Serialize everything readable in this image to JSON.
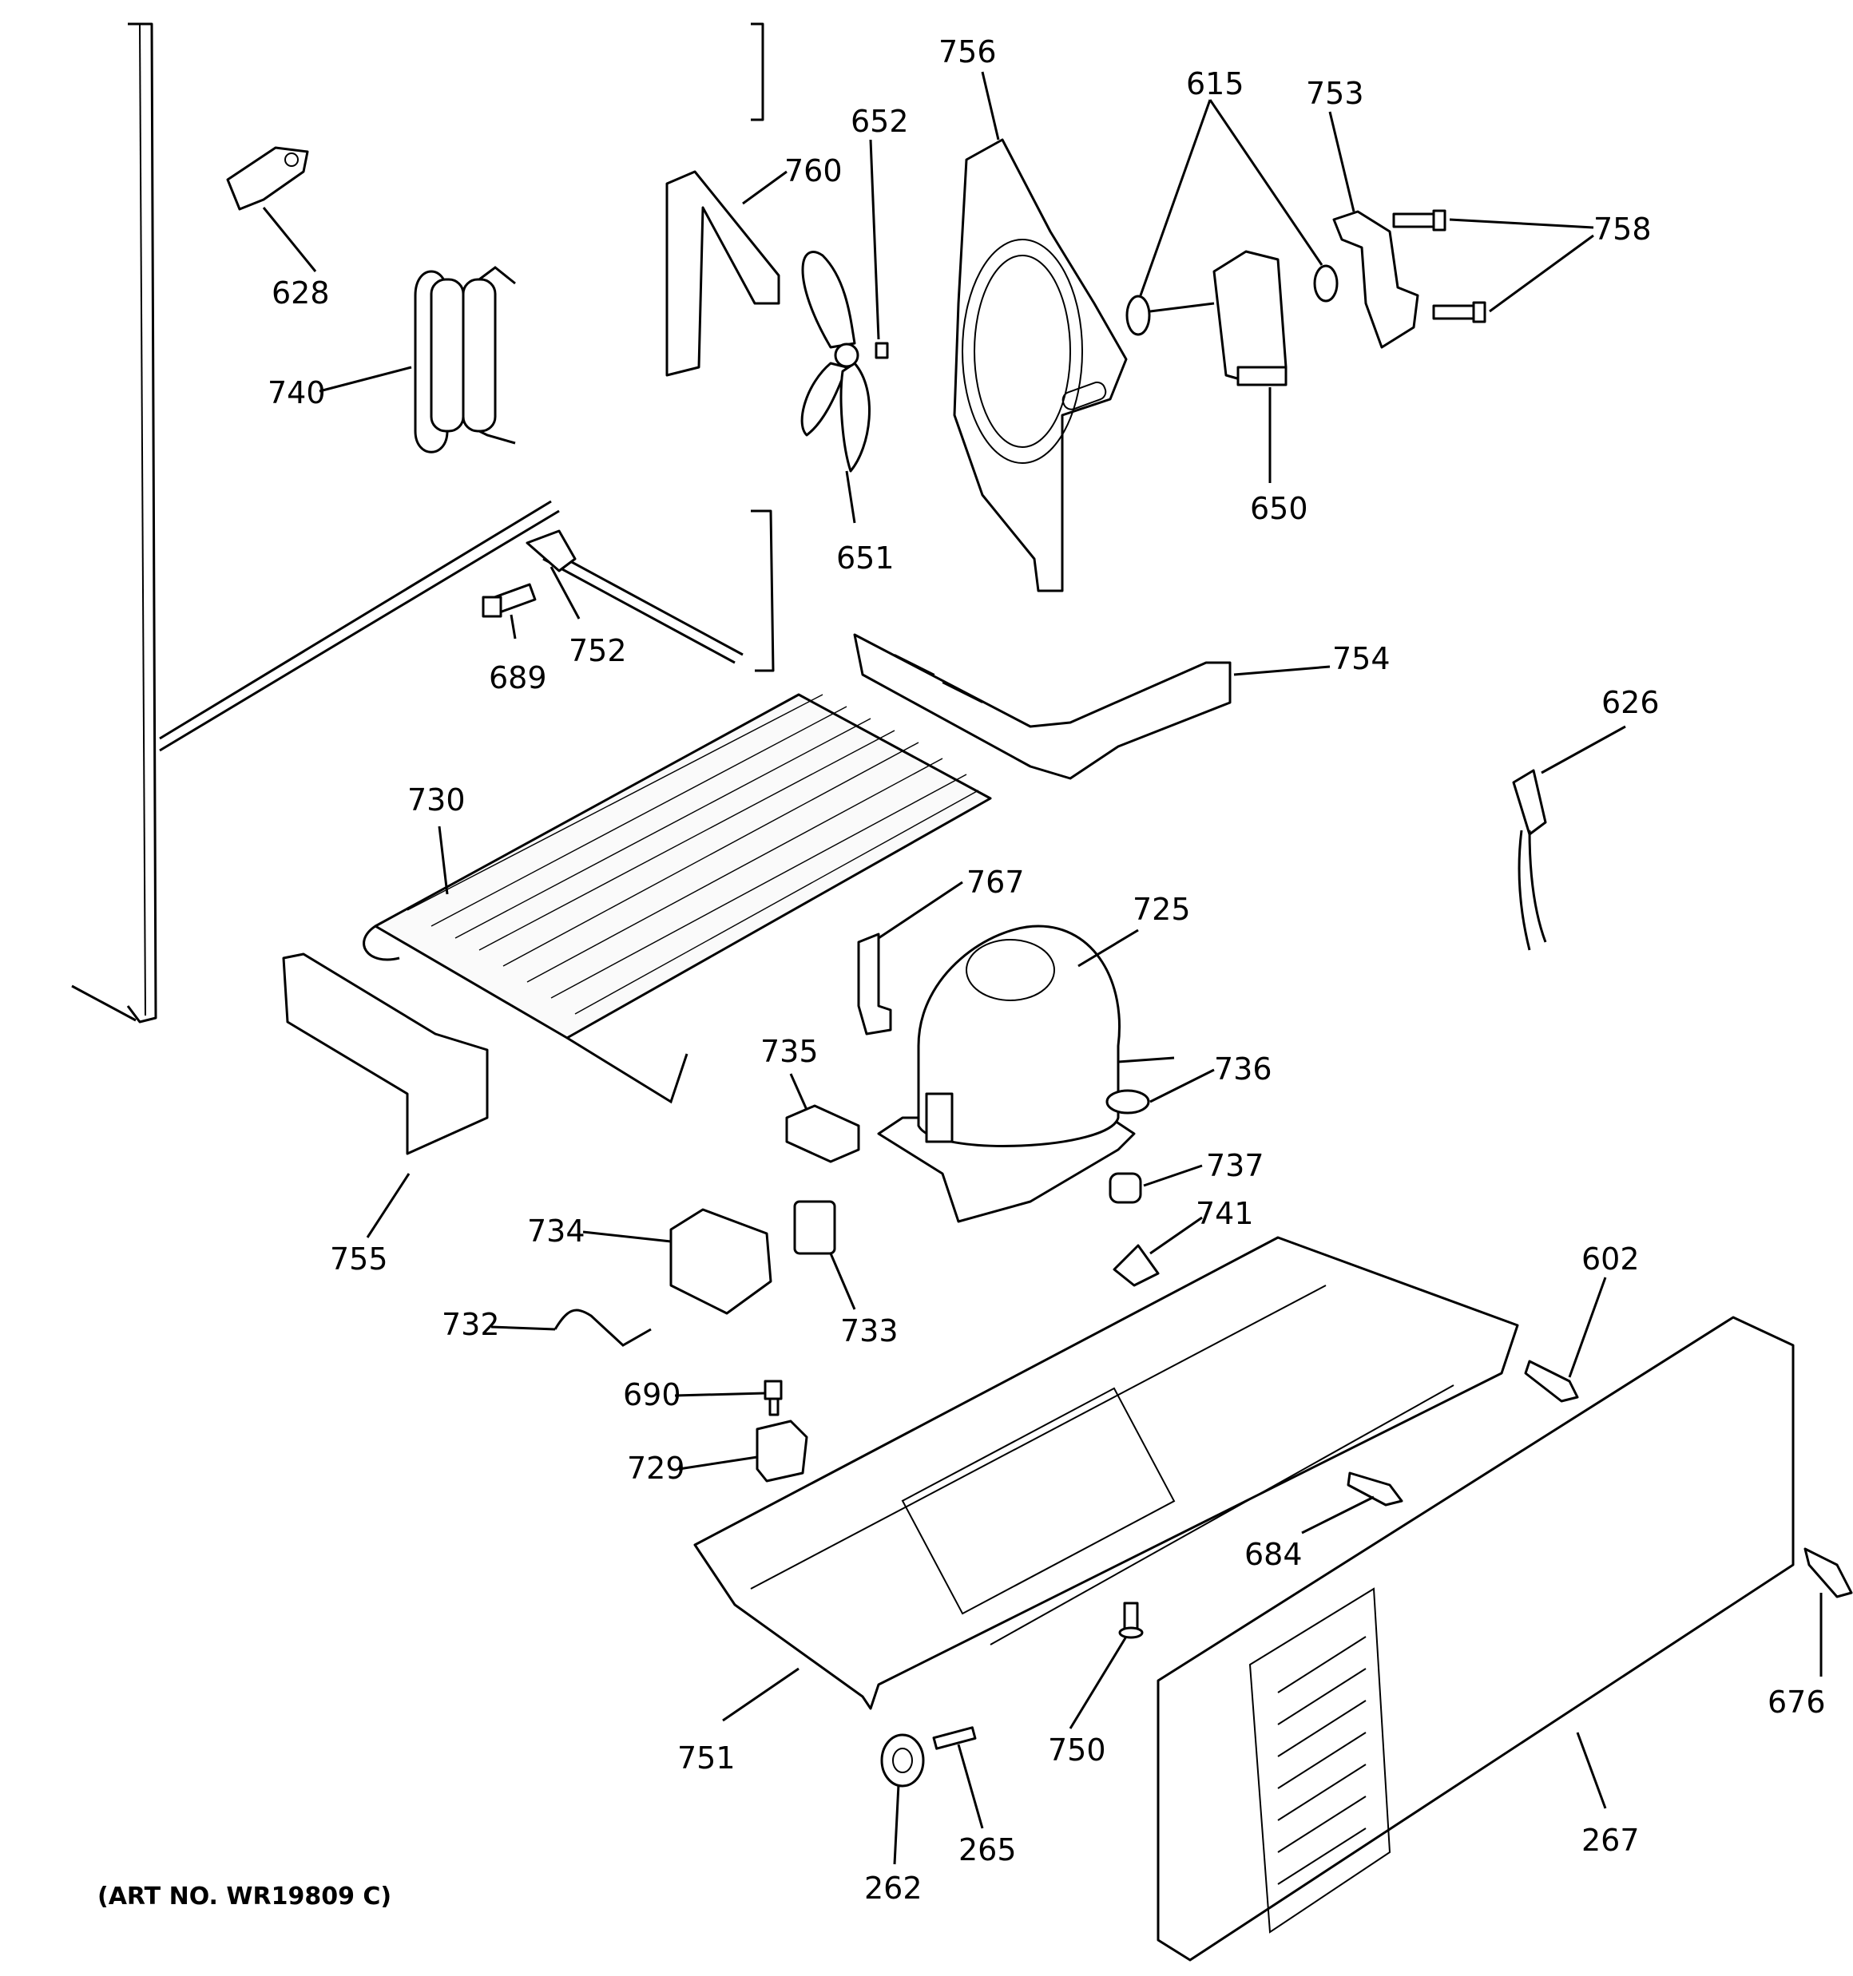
{
  "art_number": "(ART NO. WR19809 C)",
  "callouts": {
    "c756": "756",
    "c615": "615",
    "c753": "753",
    "c652": "652",
    "c760": "760",
    "c758": "758",
    "c628": "628",
    "c740": "740",
    "c650": "650",
    "c651": "651",
    "c752": "752",
    "c689": "689",
    "c754": "754",
    "c626": "626",
    "c730": "730",
    "c767": "767",
    "c725": "725",
    "c735": "735",
    "c736": "736",
    "c737": "737",
    "c741": "741",
    "c755": "755",
    "c734": "734",
    "c733": "733",
    "c602": "602",
    "c732": "732",
    "c690": "690",
    "c729": "729",
    "c684": "684",
    "c676": "676",
    "c751": "751",
    "c750": "750",
    "c265": "265",
    "c262": "262",
    "c267": "267"
  }
}
